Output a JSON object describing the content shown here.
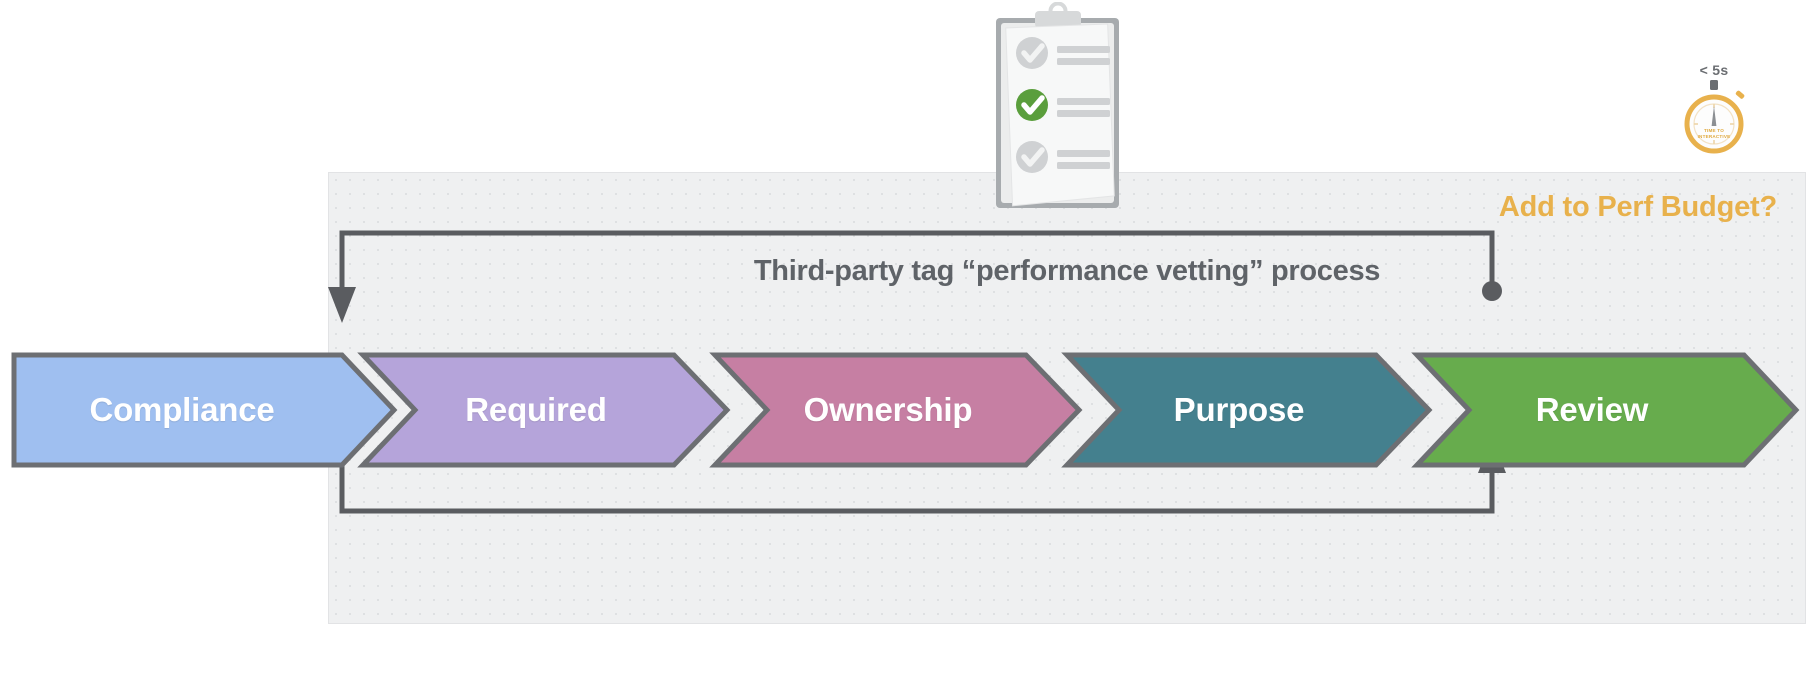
{
  "panel": {
    "perf_budget_label": "Add to Perf Budget?",
    "process_title": "Third-party tag “performance vetting” process",
    "accent_color": "#e8b14c",
    "title_color": "#5f6368",
    "background_color": "#eff0f1",
    "connector_color": "#5a5c60"
  },
  "stages": [
    {
      "label": "Compliance",
      "color": "#9fbff0",
      "shape": "start"
    },
    {
      "label": "Required",
      "color": "#b5a4da",
      "shape": "chevron"
    },
    {
      "label": "Ownership",
      "color": "#c67fa3",
      "shape": "chevron"
    },
    {
      "label": "Purpose",
      "color": "#44808e",
      "shape": "chevron"
    },
    {
      "label": "Review",
      "color": "#67ac4d",
      "shape": "chevron"
    }
  ],
  "illustrations": {
    "clipboard": {
      "name": "clipboard-checklist-icon",
      "checked_item_index": 1,
      "item_count": 3,
      "check_color": "#5a9e3c",
      "muted_color": "#cfd1d3"
    },
    "stopwatch": {
      "name": "stopwatch-icon",
      "caption": "< 5s",
      "dial_label_line1": "TIME TO",
      "dial_label_line2": "INTERACTIVE",
      "color": "#e8b14c"
    }
  },
  "connectors": [
    {
      "name": "top-feedback-loop",
      "from": "right-dot",
      "to": "left-arrow-down",
      "marker_start": "dot",
      "marker_end": "arrow"
    },
    {
      "name": "bottom-feedback-loop",
      "from": "left-dot",
      "to": "right-arrow-up",
      "marker_start": "dot",
      "marker_end": "arrow"
    }
  ]
}
